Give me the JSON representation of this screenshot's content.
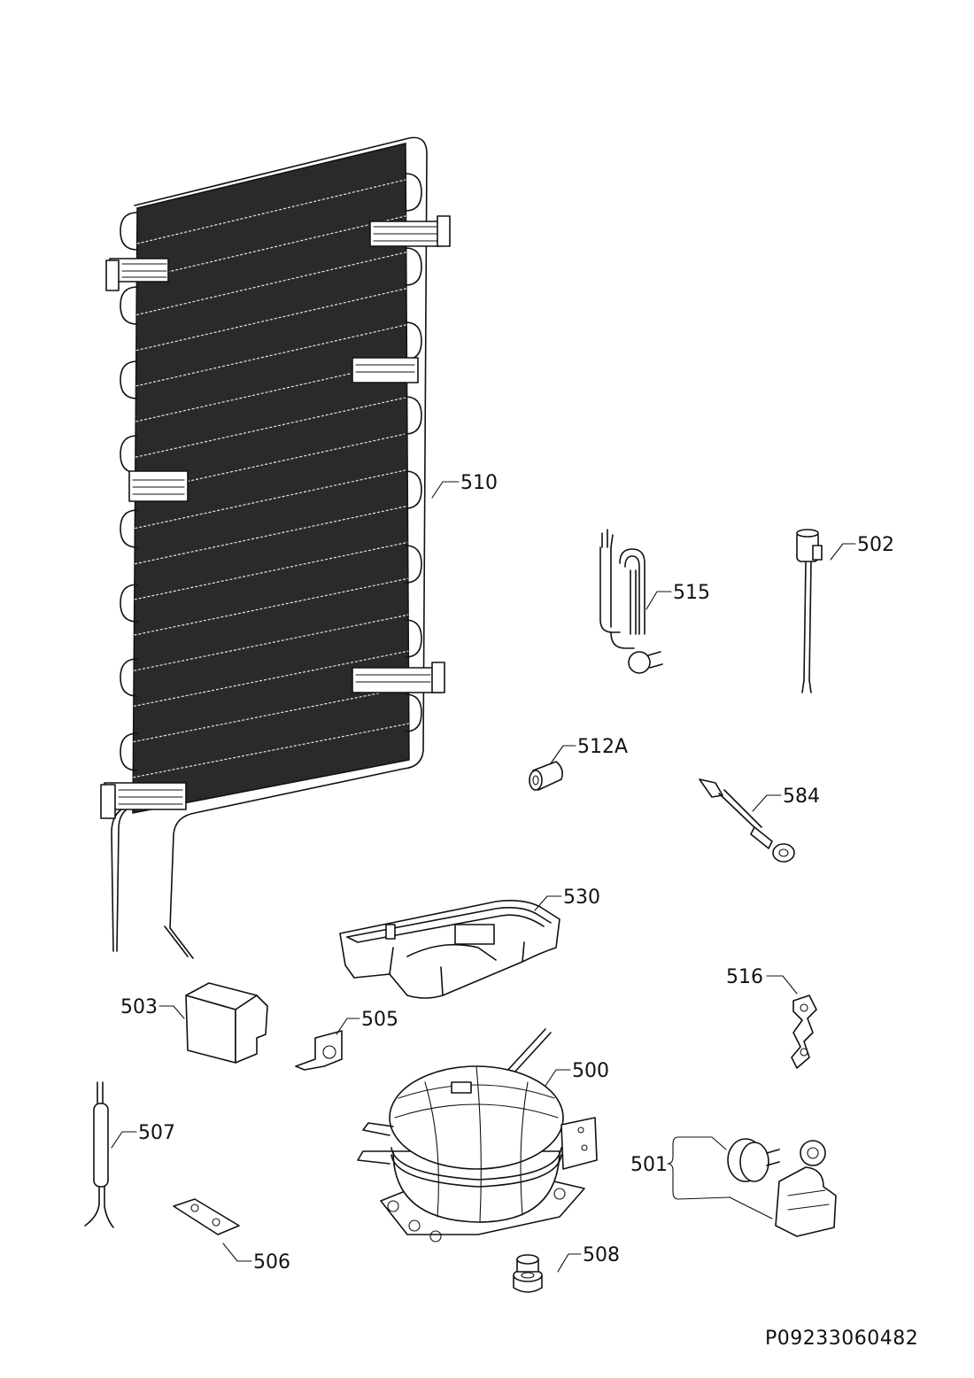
{
  "drawing_code": "P09233060482",
  "parts": [
    {
      "id": "p510",
      "number": "510"
    },
    {
      "id": "p502",
      "number": "502"
    },
    {
      "id": "p515",
      "number": "515"
    },
    {
      "id": "p512a",
      "number": "512A"
    },
    {
      "id": "p584",
      "number": "584"
    },
    {
      "id": "p530",
      "number": "530"
    },
    {
      "id": "p516",
      "number": "516"
    },
    {
      "id": "p503",
      "number": "503"
    },
    {
      "id": "p505",
      "number": "505"
    },
    {
      "id": "p500",
      "number": "500"
    },
    {
      "id": "p507",
      "number": "507"
    },
    {
      "id": "p501",
      "number": "501"
    },
    {
      "id": "p506",
      "number": "506"
    },
    {
      "id": "p508",
      "number": "508"
    }
  ]
}
